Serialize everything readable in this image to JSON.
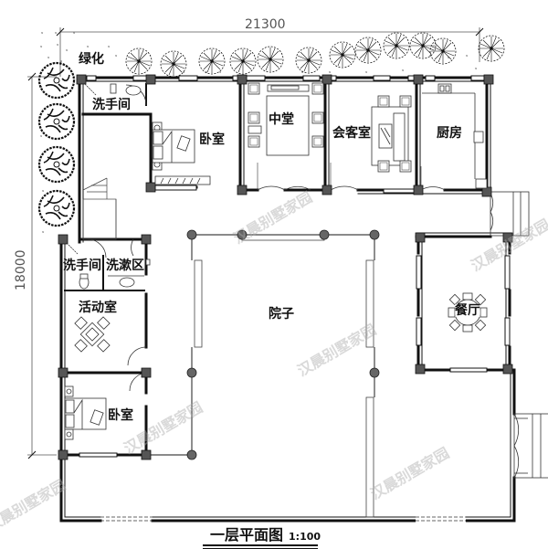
{
  "drawing": {
    "title": "一层平面图",
    "scale": "1:100"
  },
  "dimensions": {
    "overall_width": "21300",
    "overall_depth": "18000"
  },
  "rooms": {
    "greenery": "绿化",
    "washroom_top": "洗手间",
    "bedroom_top": "卧室",
    "central_hall": "中堂",
    "reception_room": "会客室",
    "kitchen": "厨房",
    "washroom_left": "洗手间",
    "wash_area": "洗漱区",
    "activity_room": "活动室",
    "bedroom_bottom": "卧室",
    "courtyard": "院子",
    "dining_room": "餐厅"
  },
  "watermark": "汉晨别墅家园",
  "colors": {
    "wall": "#111111",
    "column": "#555555",
    "furniture": "#333333",
    "dimension": "#555555",
    "watermark": "#aaaaaa"
  }
}
